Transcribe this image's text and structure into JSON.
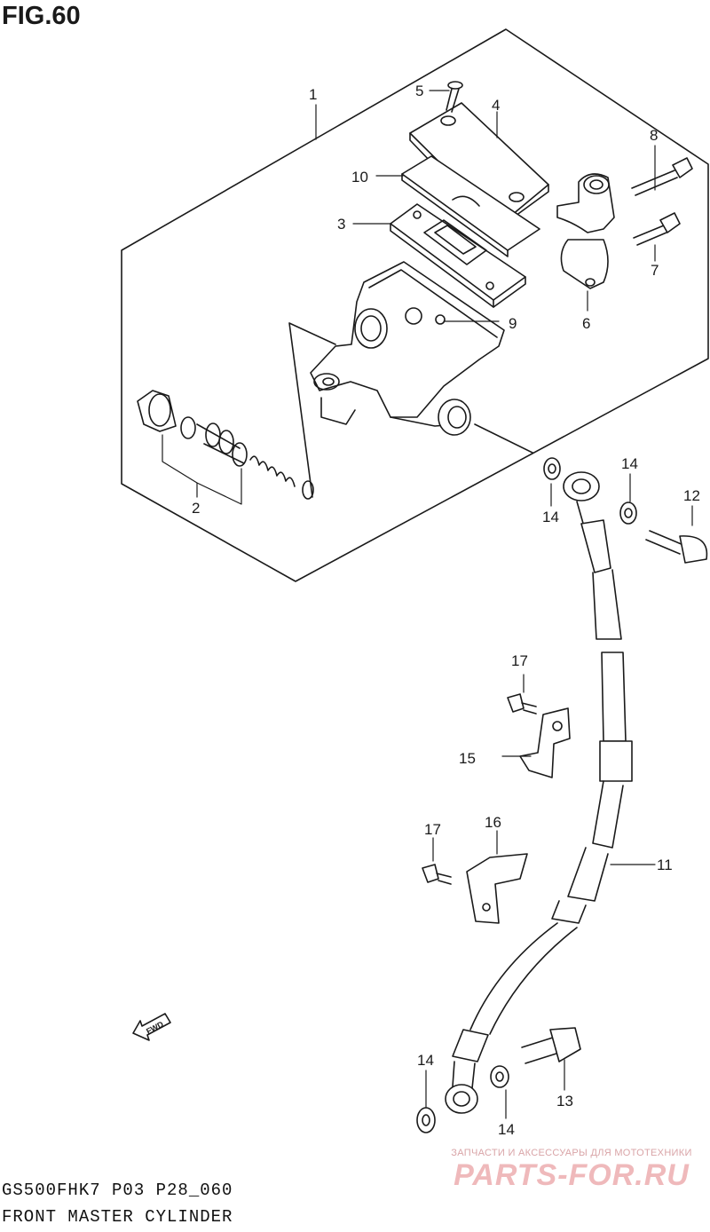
{
  "figure_title": "FIG.60",
  "callouts": {
    "c1": "1",
    "c2": "2",
    "c3": "3",
    "c4": "4",
    "c5": "5",
    "c6": "6",
    "c7": "7",
    "c8": "8",
    "c9": "9",
    "c10": "10",
    "c11": "11",
    "c12": "12",
    "c13": "13",
    "c14a": "14",
    "c14b": "14",
    "c14c": "14",
    "c14d": "14",
    "c15": "15",
    "c16": "16",
    "c17a": "17",
    "c17b": "17"
  },
  "fwd_label": "FWD",
  "footer": {
    "code": "GS500FHK7 P03 P28_060",
    "name": "FRONT MASTER CYLINDER"
  },
  "watermark": {
    "tagline": "ЗАПЧАСТИ И АКСЕССУАРЫ ДЛЯ МОТОТЕХНИКИ",
    "brand": "PARTS-FOR.RU"
  }
}
